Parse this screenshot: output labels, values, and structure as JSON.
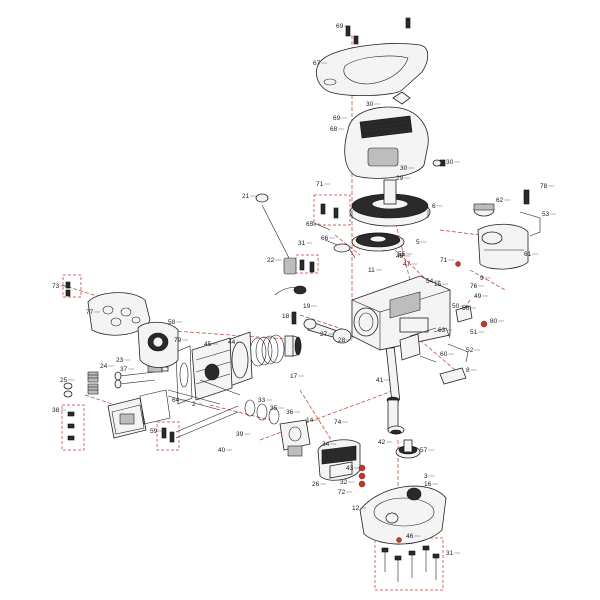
{
  "callouts": [
    {
      "id": "c69",
      "label": "69"
    },
    {
      "id": "c67",
      "label": "67"
    },
    {
      "id": "c30a",
      "label": "30"
    },
    {
      "id": "c69b",
      "label": "69"
    },
    {
      "id": "c68",
      "label": "68"
    },
    {
      "id": "c30b",
      "label": "30"
    },
    {
      "id": "c30c",
      "label": "30"
    },
    {
      "id": "c29",
      "label": "29"
    },
    {
      "id": "c71",
      "label": "71"
    },
    {
      "id": "c6",
      "label": "6"
    },
    {
      "id": "c78",
      "label": "78"
    },
    {
      "id": "c62",
      "label": "62"
    },
    {
      "id": "c53",
      "label": "53"
    },
    {
      "id": "c21",
      "label": "21"
    },
    {
      "id": "c65",
      "label": "65"
    },
    {
      "id": "c66",
      "label": "66"
    },
    {
      "id": "c5",
      "label": "5"
    },
    {
      "id": "c31a",
      "label": "31"
    },
    {
      "id": "c22",
      "label": "22"
    },
    {
      "id": "c48",
      "label": "48"
    },
    {
      "id": "c47",
      "label": "47"
    },
    {
      "id": "c11",
      "label": "11"
    },
    {
      "id": "c61",
      "label": "61"
    },
    {
      "id": "c71b",
      "label": "71"
    },
    {
      "id": "c73",
      "label": "73"
    },
    {
      "id": "c54",
      "label": "54"
    },
    {
      "id": "c15",
      "label": "15"
    },
    {
      "id": "c9",
      "label": "9"
    },
    {
      "id": "c76",
      "label": "76"
    },
    {
      "id": "c49",
      "label": "49"
    },
    {
      "id": "c50",
      "label": "50"
    },
    {
      "id": "c56",
      "label": "56"
    },
    {
      "id": "c18",
      "label": "18"
    },
    {
      "id": "c19",
      "label": "19"
    },
    {
      "id": "c80",
      "label": "80"
    },
    {
      "id": "c77",
      "label": "77"
    },
    {
      "id": "c58",
      "label": "58"
    },
    {
      "id": "c63",
      "label": "63"
    },
    {
      "id": "c51",
      "label": "51"
    },
    {
      "id": "c27",
      "label": "27"
    },
    {
      "id": "c28",
      "label": "28"
    },
    {
      "id": "c52",
      "label": "52"
    },
    {
      "id": "c79",
      "label": "79"
    },
    {
      "id": "c45",
      "label": "45"
    },
    {
      "id": "c44",
      "label": "44"
    },
    {
      "id": "c60",
      "label": "60"
    },
    {
      "id": "c26",
      "label": "26"
    },
    {
      "id": "c24",
      "label": "24"
    },
    {
      "id": "c23",
      "label": "23"
    },
    {
      "id": "c17",
      "label": "17"
    },
    {
      "id": "c8",
      "label": "8"
    },
    {
      "id": "c25",
      "label": "25"
    },
    {
      "id": "c41",
      "label": "41"
    },
    {
      "id": "c64",
      "label": "64"
    },
    {
      "id": "c2",
      "label": "2"
    },
    {
      "id": "c33",
      "label": "33"
    },
    {
      "id": "c35",
      "label": "35"
    },
    {
      "id": "c36",
      "label": "36"
    },
    {
      "id": "c38",
      "label": "38"
    },
    {
      "id": "c59",
      "label": "59"
    },
    {
      "id": "c39",
      "label": "39"
    },
    {
      "id": "c40",
      "label": "40"
    },
    {
      "id": "c34",
      "label": "34"
    },
    {
      "id": "c74",
      "label": "74"
    },
    {
      "id": "c42",
      "label": "42"
    },
    {
      "id": "c57",
      "label": "57"
    },
    {
      "id": "c3",
      "label": "3"
    },
    {
      "id": "c16",
      "label": "16"
    },
    {
      "id": "c72",
      "label": "72"
    },
    {
      "id": "c12",
      "label": "12"
    },
    {
      "id": "c46",
      "label": "46"
    },
    {
      "id": "c31b",
      "label": "31"
    },
    {
      "id": "c43",
      "label": "43"
    },
    {
      "id": "c32",
      "label": "32"
    },
    {
      "id": "c14",
      "label": "14"
    },
    {
      "id": "c37",
      "label": "37"
    },
    {
      "id": "c55",
      "label": "55"
    }
  ],
  "colors": {
    "accent": "#c0392b",
    "line": "#222222",
    "background": "#ffffff"
  }
}
